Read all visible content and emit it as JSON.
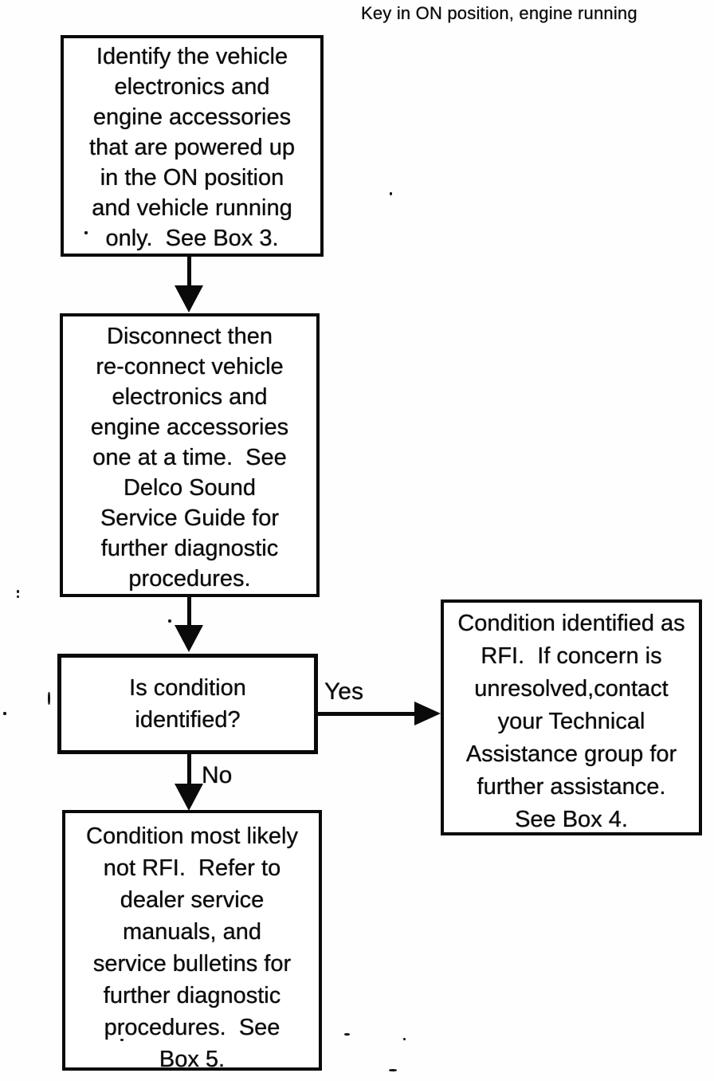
{
  "page": {
    "background": "#ffffff",
    "ink_color": "#0a0a0a"
  },
  "header": {
    "note": "Key in ON position, engine running"
  },
  "flowchart": {
    "boxes": [
      {
        "id": "identify",
        "lines": [
          "Identify the vehicle",
          "electronics and",
          "engine accessories",
          "that are powered up",
          "in the ON position",
          "and vehicle running",
          "only.  See Box 3."
        ]
      },
      {
        "id": "disconnect",
        "lines": [
          "Disconnect then",
          "re-connect vehicle",
          "electronics and",
          "engine accessories",
          "one at a time.  See",
          "Delco Sound",
          "Service Guide for",
          "further diagnostic",
          "procedures."
        ]
      },
      {
        "id": "decision",
        "lines": [
          "Is condition",
          "identified?"
        ]
      },
      {
        "id": "rfi-identified",
        "lines": [
          "Condition identified as",
          "RFI.  If concern is",
          "unresolved,contact",
          "your Technical",
          "Assistance group for",
          "further assistance.",
          "See Box 4."
        ]
      },
      {
        "id": "not-rfi",
        "lines": [
          "Condition most likely",
          "not RFI.  Refer to",
          "dealer service",
          "manuals, and",
          "service bulletins for",
          "further diagnostic",
          "procedures.  See",
          "Box 5."
        ]
      }
    ],
    "edge_labels": {
      "yes": "Yes",
      "no": "No"
    }
  }
}
